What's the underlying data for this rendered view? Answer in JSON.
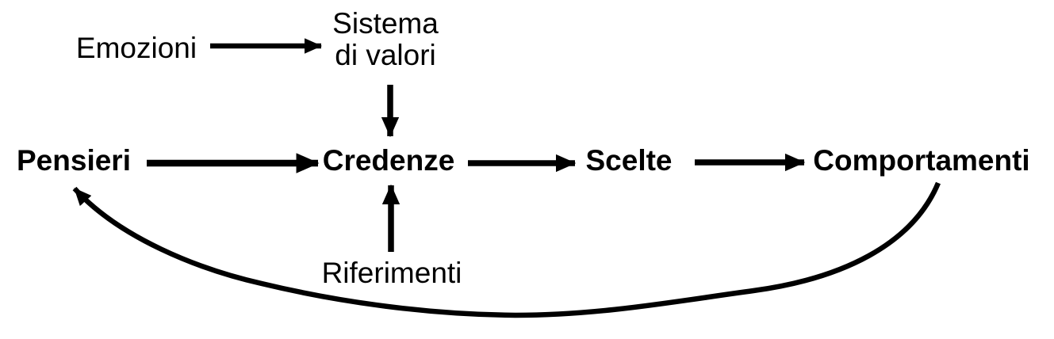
{
  "colors": {
    "ink": "#000000",
    "background": "#ffffff"
  },
  "nodes": {
    "emozioni": {
      "label": "Emozioni",
      "emphasis": "regular"
    },
    "sistema": {
      "label_line1": "Sistema",
      "label_line2": "di valori",
      "emphasis": "regular"
    },
    "pensieri": {
      "label": "Pensieri",
      "emphasis": "bold"
    },
    "credenze": {
      "label": "Credenze",
      "emphasis": "bold"
    },
    "scelte": {
      "label": "Scelte",
      "emphasis": "bold"
    },
    "comportamenti": {
      "label": "Comportamenti",
      "emphasis": "bold"
    },
    "riferimenti": {
      "label": "Riferimenti",
      "emphasis": "regular"
    }
  },
  "edges": [
    {
      "from": "Emozioni",
      "to": "Sistema di valori",
      "style": "straight-horizontal"
    },
    {
      "from": "Sistema di valori",
      "to": "Credenze",
      "style": "straight-vertical-down"
    },
    {
      "from": "Pensieri",
      "to": "Credenze",
      "style": "straight-horizontal"
    },
    {
      "from": "Credenze",
      "to": "Scelte",
      "style": "straight-horizontal"
    },
    {
      "from": "Scelte",
      "to": "Comportamenti",
      "style": "straight-horizontal"
    },
    {
      "from": "Riferimenti",
      "to": "Credenze",
      "style": "straight-vertical-up"
    },
    {
      "from": "Comportamenti",
      "to": "Pensieri",
      "style": "curved-feedback-loop"
    }
  ]
}
